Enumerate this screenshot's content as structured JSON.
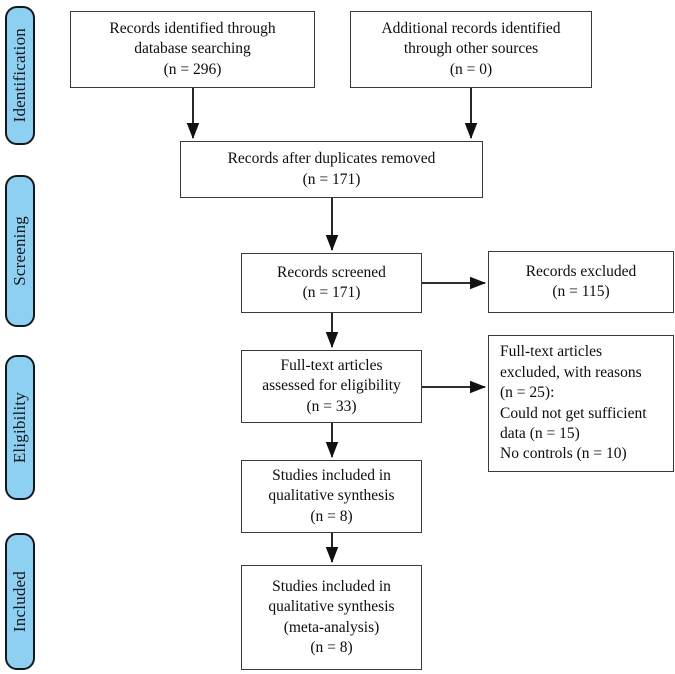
{
  "diagram": {
    "title": "PRISMA flow diagram",
    "type": "flowchart",
    "colors": {
      "stage_pill_fill": "#8ed0f2",
      "stage_pill_border": "#14181c",
      "box_border": "#3a3a3a",
      "box_fill": "#ffffff",
      "text": "#0d0d0d",
      "connector": "#111111"
    }
  },
  "stages": [
    {
      "id": "identification",
      "label": "Identification"
    },
    {
      "id": "screening",
      "label": "Screening"
    },
    {
      "id": "eligibility",
      "label": "Eligibility"
    },
    {
      "id": "included",
      "label": "Included"
    }
  ],
  "boxes": {
    "database_searching": {
      "lines": [
        "Records identified through",
        "database searching",
        "(n = 296)"
      ],
      "count": 296
    },
    "other_sources": {
      "lines": [
        "Additional records identified",
        "through other sources",
        "(n = 0)"
      ],
      "count": 0
    },
    "duplicates_removed": {
      "lines": [
        "Records after duplicates removed",
        "(n = 171)"
      ],
      "count": 171
    },
    "records_screened": {
      "lines": [
        "Records screened",
        "(n = 171)"
      ],
      "count": 171
    },
    "records_excluded": {
      "lines": [
        "Records excluded",
        "(n = 115)"
      ],
      "count": 115
    },
    "fulltext_assessed": {
      "lines": [
        "Full-text articles",
        "assessed for eligibility",
        "(n = 33)"
      ],
      "count": 33
    },
    "fulltext_excluded": {
      "lines": [
        "Full-text articles",
        "excluded, with reasons",
        "(n = 25):",
        "Could not get sufficient",
        "data (n = 15)",
        "No controls (n = 10)"
      ],
      "count": 25,
      "reasons": [
        {
          "label": "Could not get sufficient data",
          "count": 15
        },
        {
          "label": "No controls",
          "count": 10
        }
      ]
    },
    "qualitative_synthesis": {
      "lines": [
        "Studies included in",
        "qualitative synthesis",
        "(n = 8)"
      ],
      "count": 8
    },
    "meta_analysis": {
      "lines": [
        "Studies included in",
        "qualitative synthesis",
        "(meta-analysis)",
        "(n = 8)"
      ],
      "count": 8
    }
  }
}
